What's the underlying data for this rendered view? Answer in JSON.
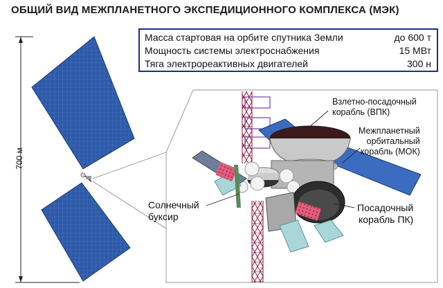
{
  "title": "ОБЩИЙ ВИД МЕЖПЛАНЕТНОГО ЭКСПЕДИЦИОННОГО КОМПЛЕКСА (МЭК)",
  "specs": [
    {
      "label": "Масса стартовая на орбите спутника Земли",
      "value": "до 600 т"
    },
    {
      "label": "Мощность системы электроснабжения",
      "value": "15 МВт"
    },
    {
      "label": "Тяга электрореактивных двигателей",
      "value": "300 н"
    }
  ],
  "dimension_label": "700 м",
  "labels": {
    "vpk_line1": "Взлетно-посадочный",
    "vpk_line2": "корабль (ВПК)",
    "mok_line1": "Межпланетный",
    "mok_line2": "орбитальный",
    "mok_line3": "корабль (МОК)",
    "tug_line1": "Солнечный",
    "tug_line2": "буксир",
    "pk_line1": "Посадочный",
    "pk_line2": "корабль ПК)"
  },
  "colors": {
    "panel_blue": "#2d5aa8",
    "panel_edge": "#1a3b7a",
    "box_border": "#1a2e8c",
    "truss": "#8b1a3a",
    "truss_purple": "#7a3fa0",
    "hull_dark": "#3a1a1a",
    "grey_metal": "#9a9a9a",
    "cyan_panel": "#a9d7d9",
    "pink_radiator": "#e06080"
  }
}
